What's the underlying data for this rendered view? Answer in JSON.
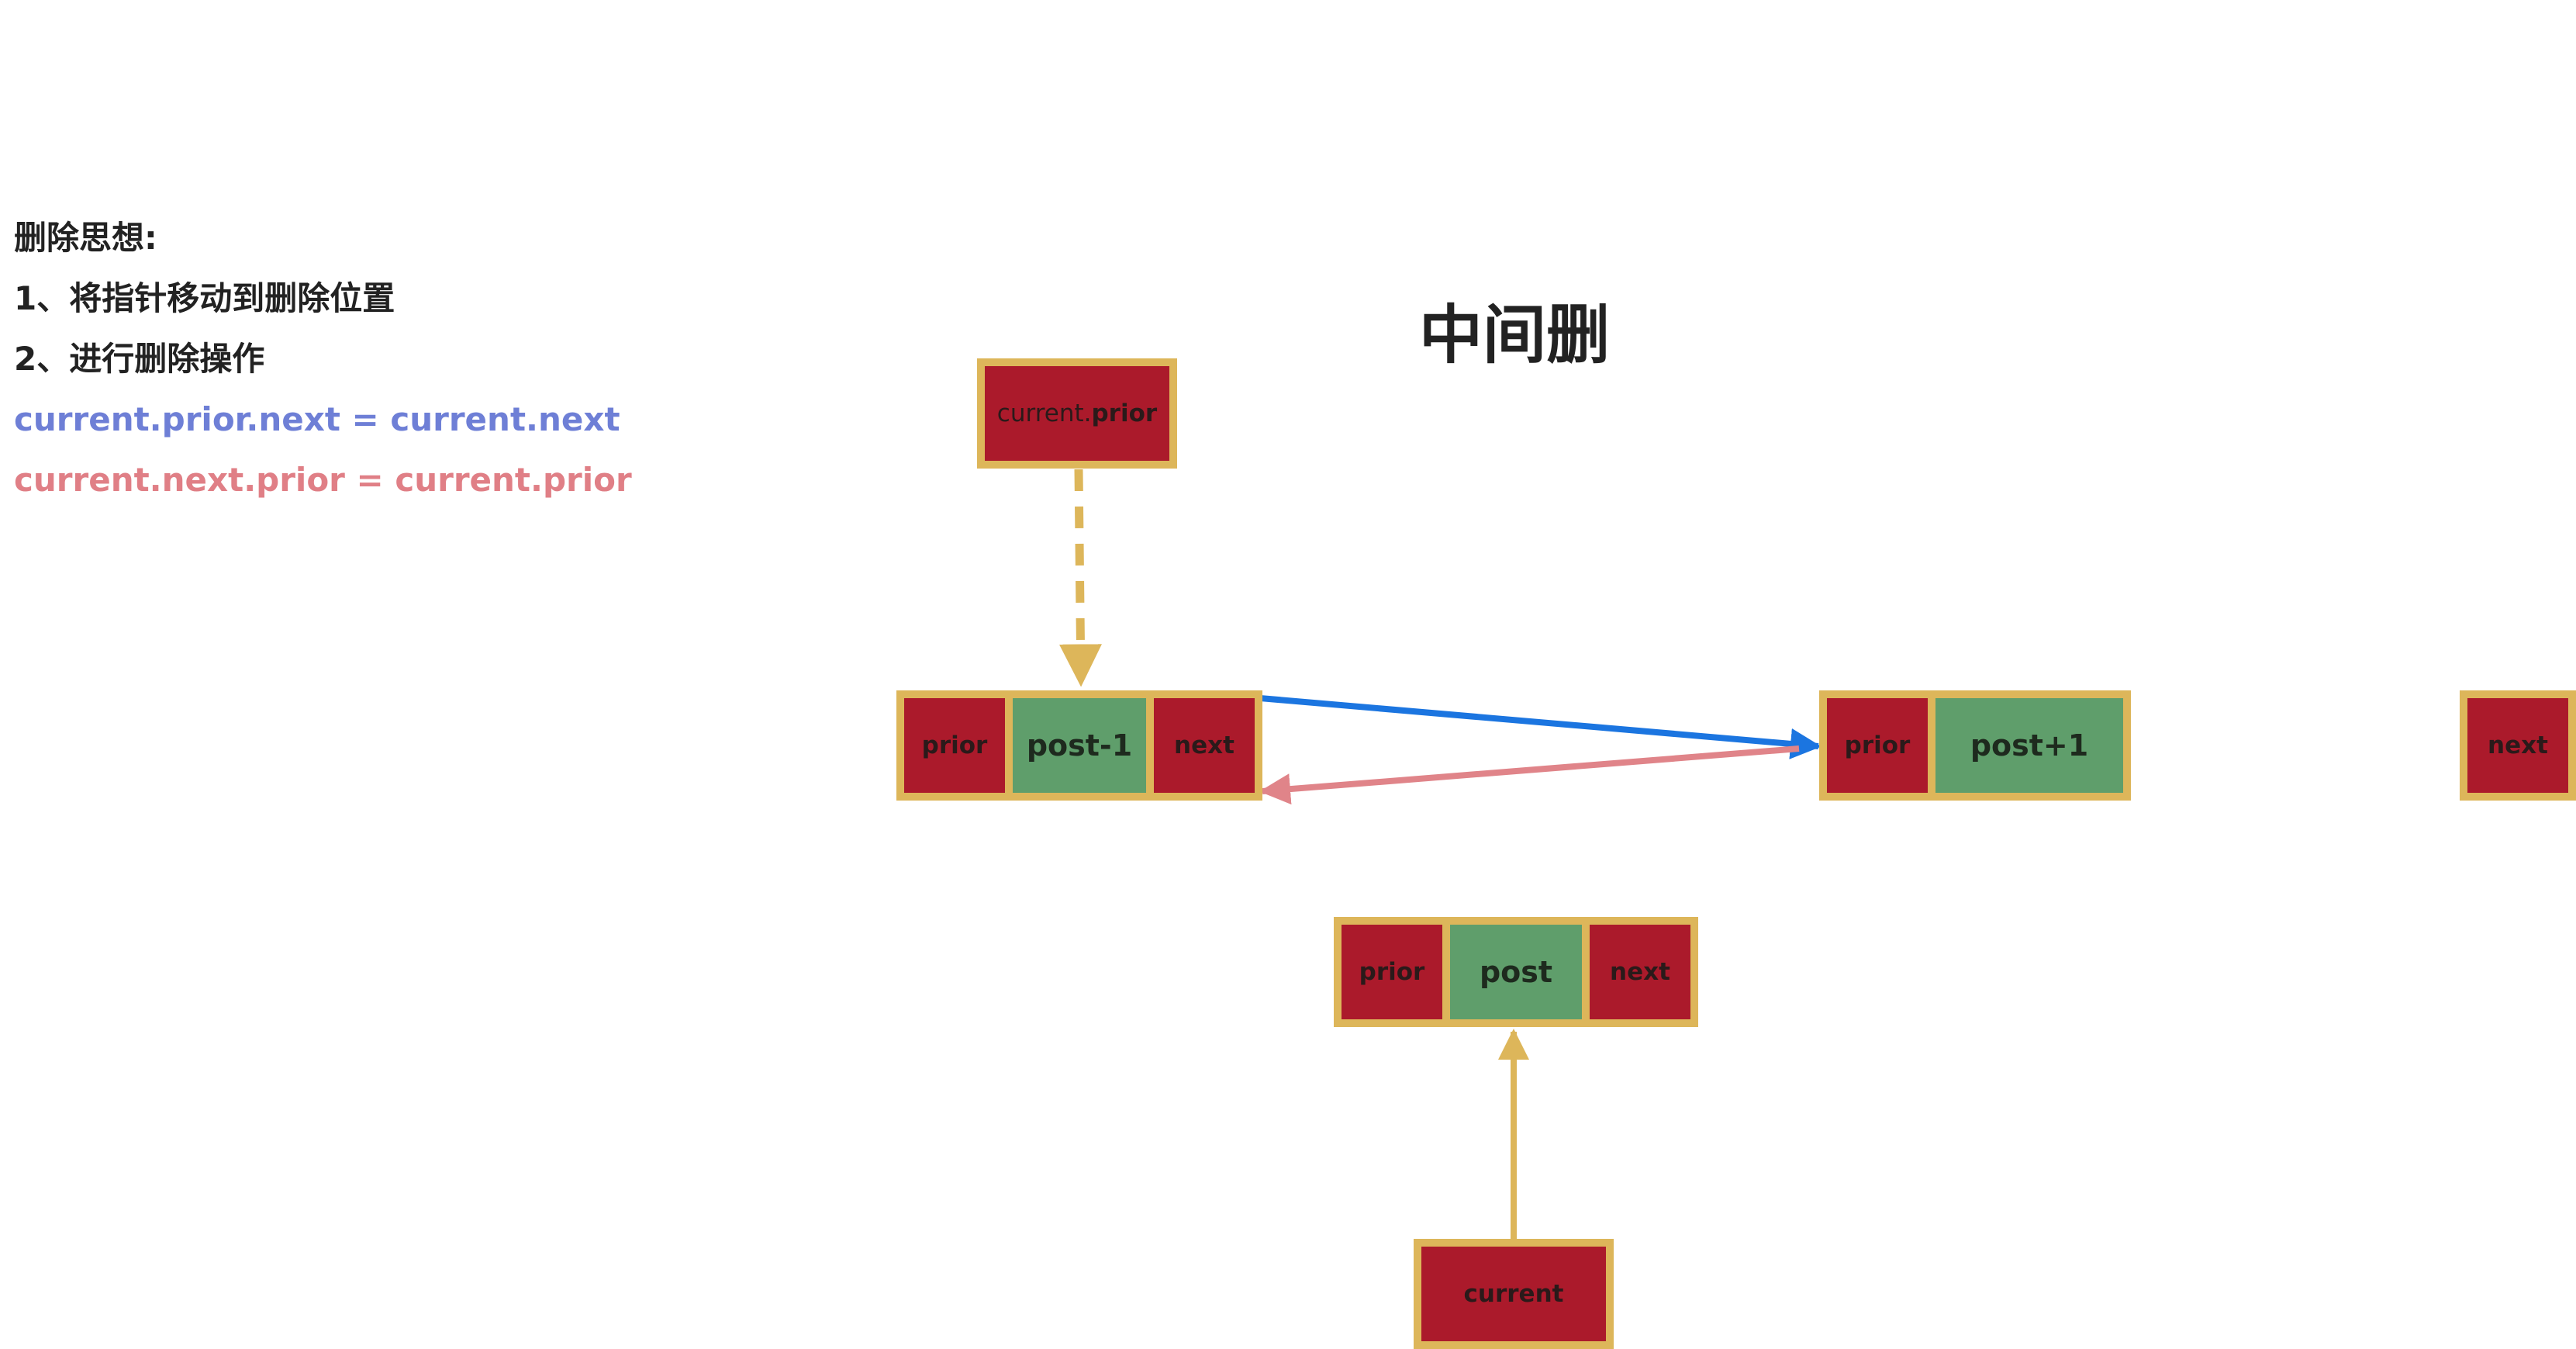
{
  "notes": {
    "heading": "删除思想:",
    "step1": "1、将指针移动到删除位置",
    "step2": "2、进行删除操作",
    "code_blue": "current.prior.next = current.next",
    "code_pink": "current.next.prior = current.prior"
  },
  "title": "中间删",
  "pointer_current_prior": {
    "prefix": "current.",
    "suffix": "prior"
  },
  "node_post_minus_1": {
    "prior": "prior",
    "value": "post-1",
    "next": "next"
  },
  "node_post_plus_1": {
    "prior": "prior",
    "value": "post+1"
  },
  "node_partial": {
    "next": "next"
  },
  "node_post": {
    "prior": "prior",
    "value": "post",
    "next": "next"
  },
  "pointer_current": {
    "label": "current"
  },
  "colors": {
    "node_border": "#ddb65a",
    "pointer_field": "#ab1a2b",
    "value_field": "#5f9e6b",
    "arrow_next": "#1b75e0",
    "arrow_prior": "#e08489",
    "arrow_pointer": "#ddb65a",
    "text_blue": "#6e7fd6",
    "text_pink": "#e07f86"
  }
}
